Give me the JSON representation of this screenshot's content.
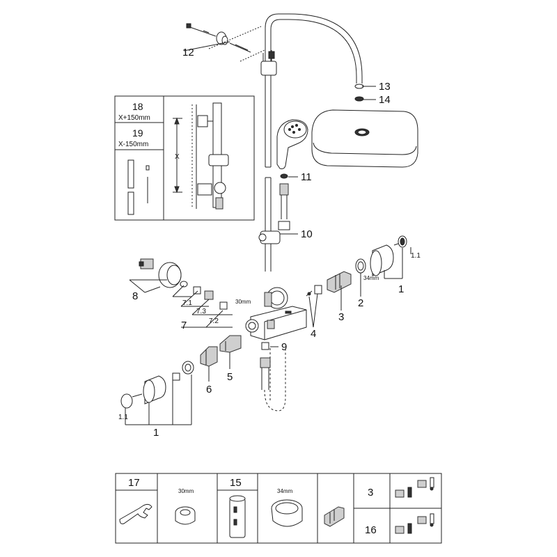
{
  "callouts": {
    "c1_right": "1",
    "c1_1_right": "1.1",
    "c2": "2",
    "c3": "3",
    "c4": "4",
    "c5": "5",
    "c6": "6",
    "c7": "7",
    "c7_1": "7.1",
    "c7_2": "7.2",
    "c7_3": "7.3",
    "c8": "8",
    "c9": "9",
    "c10": "10",
    "c11": "11",
    "c12": "12",
    "c13": "13",
    "c14": "14",
    "c1_left": "1",
    "c1_1_left": "1.1"
  },
  "dimensions": {
    "nut_30": "30mm",
    "ring_34": "34mm",
    "height_x": "X"
  },
  "inset": {
    "label_18": "18",
    "label_18_sub": "X+150mm",
    "label_19": "19",
    "label_19_sub": "X-150mm"
  },
  "tools": {
    "label_17": "17",
    "label_15": "15",
    "size_30": "30mm",
    "size_34": "34mm",
    "label_3": "3",
    "label_16": "16"
  }
}
